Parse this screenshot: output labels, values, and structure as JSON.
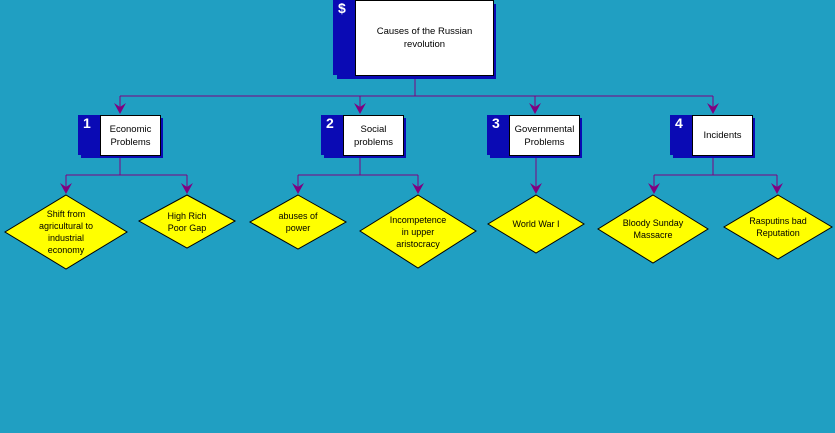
{
  "root": {
    "tab": "$",
    "label": "Causes of the Russian\nrevolution"
  },
  "categories": [
    {
      "tab": "1",
      "label": "Economic\nProblems"
    },
    {
      "tab": "2",
      "label": "Social\nproblems"
    },
    {
      "tab": "3",
      "label": "Governmental\nProblems"
    },
    {
      "tab": "4",
      "label": "Incidents"
    }
  ],
  "leaves": [
    {
      "label": "Shift from\nagricultural to\nindustrial\neconomy"
    },
    {
      "label": "High Rich\nPoor Gap"
    },
    {
      "label": "abuses of\npower"
    },
    {
      "label": "Incompetence\nin upper\naristocracy"
    },
    {
      "label": "World War I"
    },
    {
      "label": "Bloody Sunday\nMassacre"
    },
    {
      "label": "Rasputins bad\nReputation"
    }
  ],
  "colors": {
    "background": "#209fc2",
    "tab": "#0a0ab4",
    "connector": "#800080",
    "diamond_fill": "#ffff00"
  }
}
